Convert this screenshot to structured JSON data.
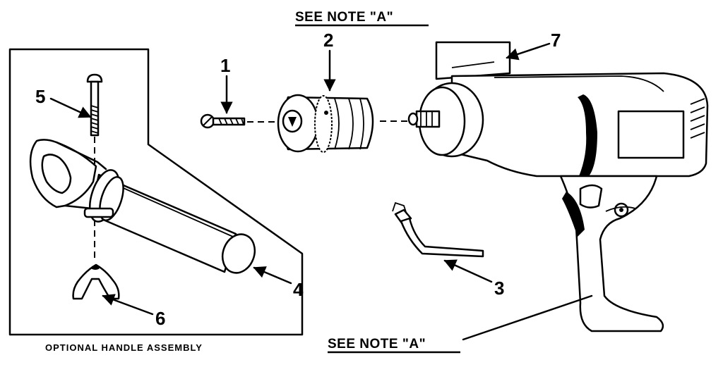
{
  "diagram": {
    "notes": {
      "top": "SEE NOTE \"A\"",
      "bottom": "SEE NOTE \"A\""
    },
    "caption": "OPTIONAL HANDLE ASSEMBLY",
    "callouts": [
      "1",
      "2",
      "3",
      "4",
      "5",
      "6",
      "7"
    ]
  }
}
